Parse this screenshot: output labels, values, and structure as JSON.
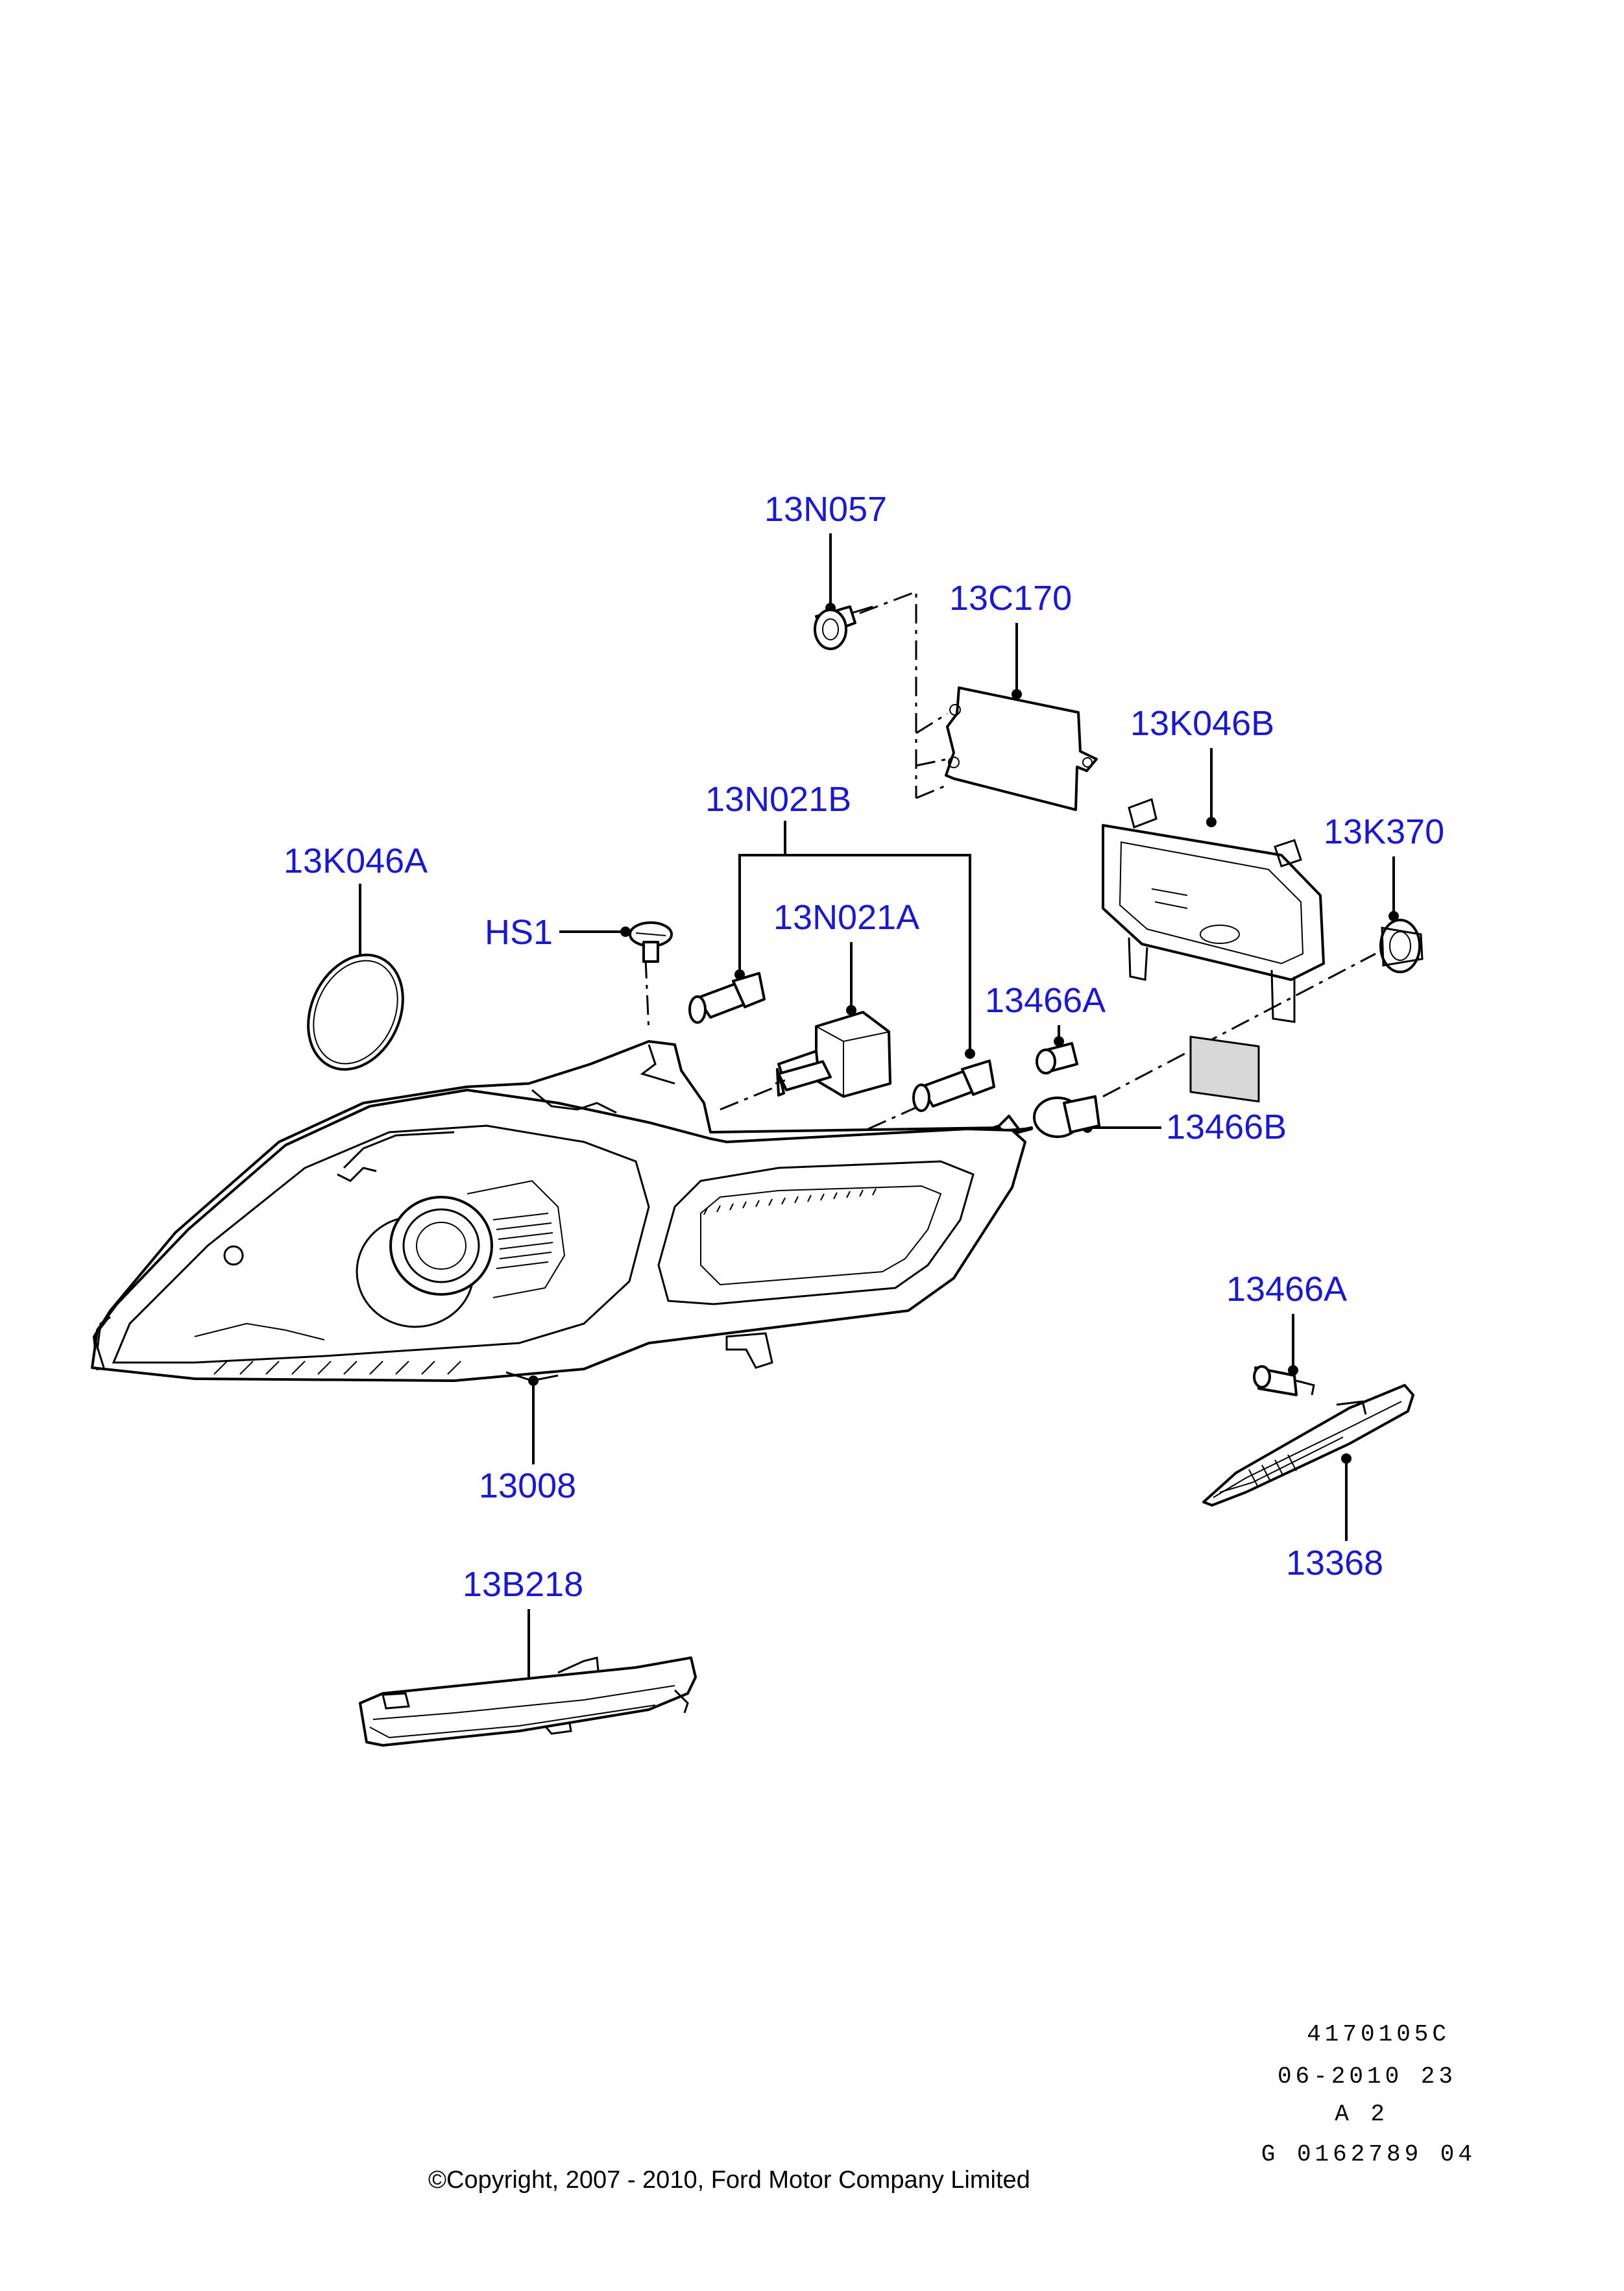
{
  "callouts": {
    "c_13N057": "13N057",
    "c_13C170": "13C170",
    "c_13K046B": "13K046B",
    "c_13N021B": "13N021B",
    "c_13K370": "13K370",
    "c_13K046A": "13K046A",
    "c_HS1": "HS1",
    "c_13N021A": "13N021A",
    "c_13466A_top": "13466A",
    "c_13466B": "13466B",
    "c_13008": "13008",
    "c_13466A_side": "13466A",
    "c_13368": "13368",
    "c_13B218": "13B218"
  },
  "info_block": {
    "line1": "4170105C",
    "line2": "06-2010 23",
    "line3": "A 2",
    "line4": "G 0162789 04"
  },
  "copyright": "©Copyright, 2007 - 2010, Ford Motor Company Limited",
  "colors": {
    "callout": "#1a1acc",
    "lines": "#000000",
    "background": "#ffffff"
  }
}
